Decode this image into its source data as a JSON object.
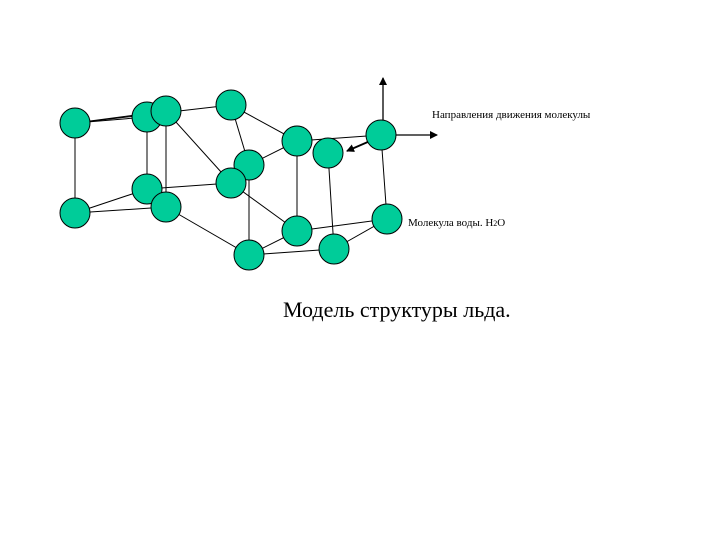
{
  "diagram": {
    "label_direction": "Направления движения молекулы",
    "label_molecule_prefix": "Молекула воды. H",
    "label_molecule_sub": "2",
    "label_molecule_suffix": "O",
    "caption": "Модель структуры льда.",
    "node_color": "#00cc99",
    "node_stroke": "#000000",
    "line_color": "#000000"
  }
}
